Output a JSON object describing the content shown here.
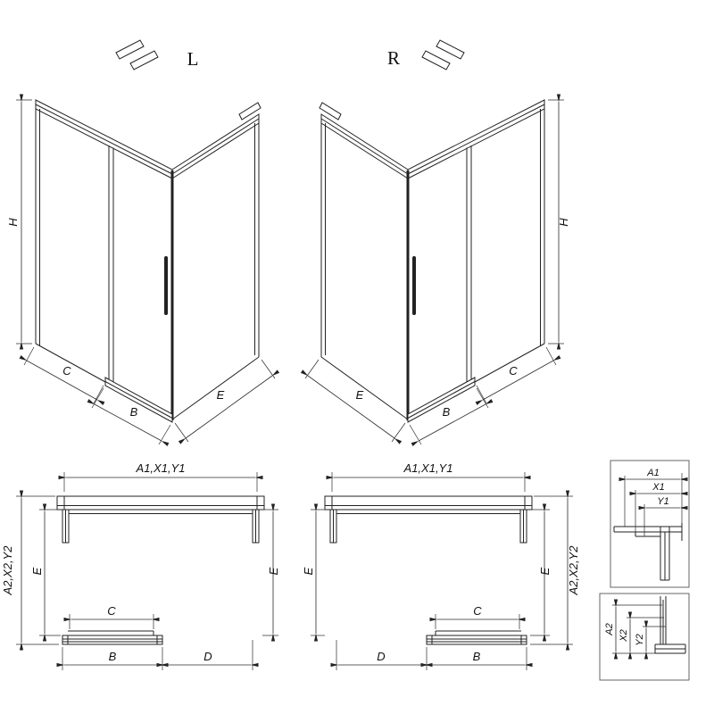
{
  "page": {
    "background": "#ffffff",
    "line_color": "#222222"
  },
  "iso_left": {
    "view_label": "L",
    "dim_height": "H",
    "dim_fixed_panel": "C",
    "dim_door": "B",
    "dim_return_panel": "E"
  },
  "iso_right": {
    "view_label": "R",
    "dim_height": "H",
    "dim_fixed_panel": "C",
    "dim_door": "B",
    "dim_return_panel": "E"
  },
  "plan_left": {
    "dim_width_top": "A1,X1,Y1",
    "dim_depth_outer": "A2,X2,Y2",
    "dim_depth_left": "E",
    "dim_depth_right": "E",
    "dim_door_panel": "C",
    "dim_door_rail": "B",
    "dim_opening": "D"
  },
  "plan_right": {
    "dim_width_top": "A1,X1,Y1",
    "dim_depth_outer": "A2,X2,Y2",
    "dim_depth_left": "E",
    "dim_depth_right": "E",
    "dim_door_panel": "C",
    "dim_door_rail": "B",
    "dim_opening": "D"
  },
  "detail_top": {
    "dim_1": "A1",
    "dim_2": "X1",
    "dim_3": "Y1"
  },
  "detail_bottom": {
    "dim_1": "A2",
    "dim_2": "X2",
    "dim_3": "Y2"
  }
}
